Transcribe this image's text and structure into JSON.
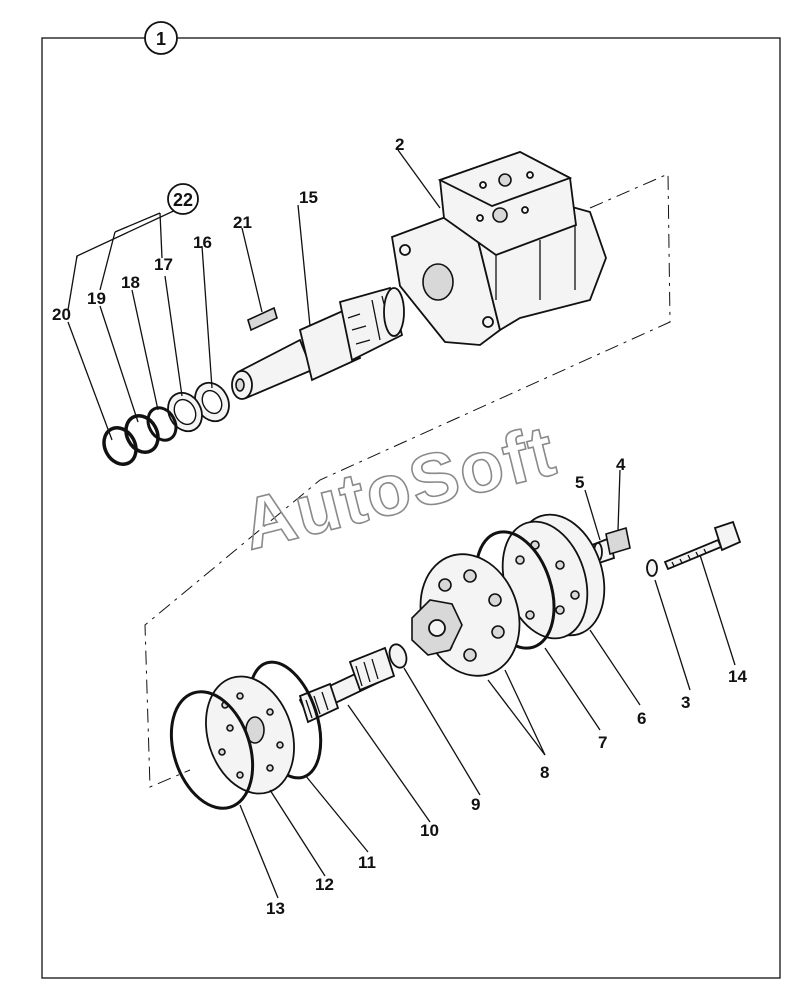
{
  "diagram": {
    "sheet_number": "1",
    "watermark": "AutoSoft",
    "callouts": {
      "c2": "2",
      "c3": "3",
      "c4": "4",
      "c5": "5",
      "c6": "6",
      "c7": "7",
      "c8": "8",
      "c9": "9",
      "c10": "10",
      "c11": "11",
      "c12": "12",
      "c13": "13",
      "c14": "14",
      "c15": "15",
      "c16": "16",
      "c17": "17",
      "c18": "18",
      "c19": "19",
      "c20": "20",
      "c21": "21",
      "c22": "22"
    }
  }
}
